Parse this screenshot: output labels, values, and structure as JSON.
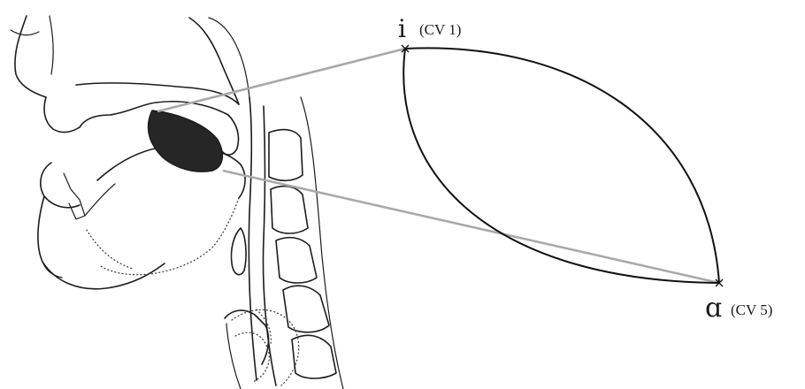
{
  "diagram": {
    "vertex_i": {
      "symbol": "i",
      "tag": "(CV 1)"
    },
    "vertex_a": {
      "symbol": "ɑ",
      "tag": "(CV 5)"
    },
    "colors": {
      "ink": "#1c1c1c",
      "tongue_region": "#262626",
      "projection_lines": "#a9a9a9",
      "background": "#ffffff"
    },
    "icons": [
      "vertex-cross-marker"
    ]
  }
}
